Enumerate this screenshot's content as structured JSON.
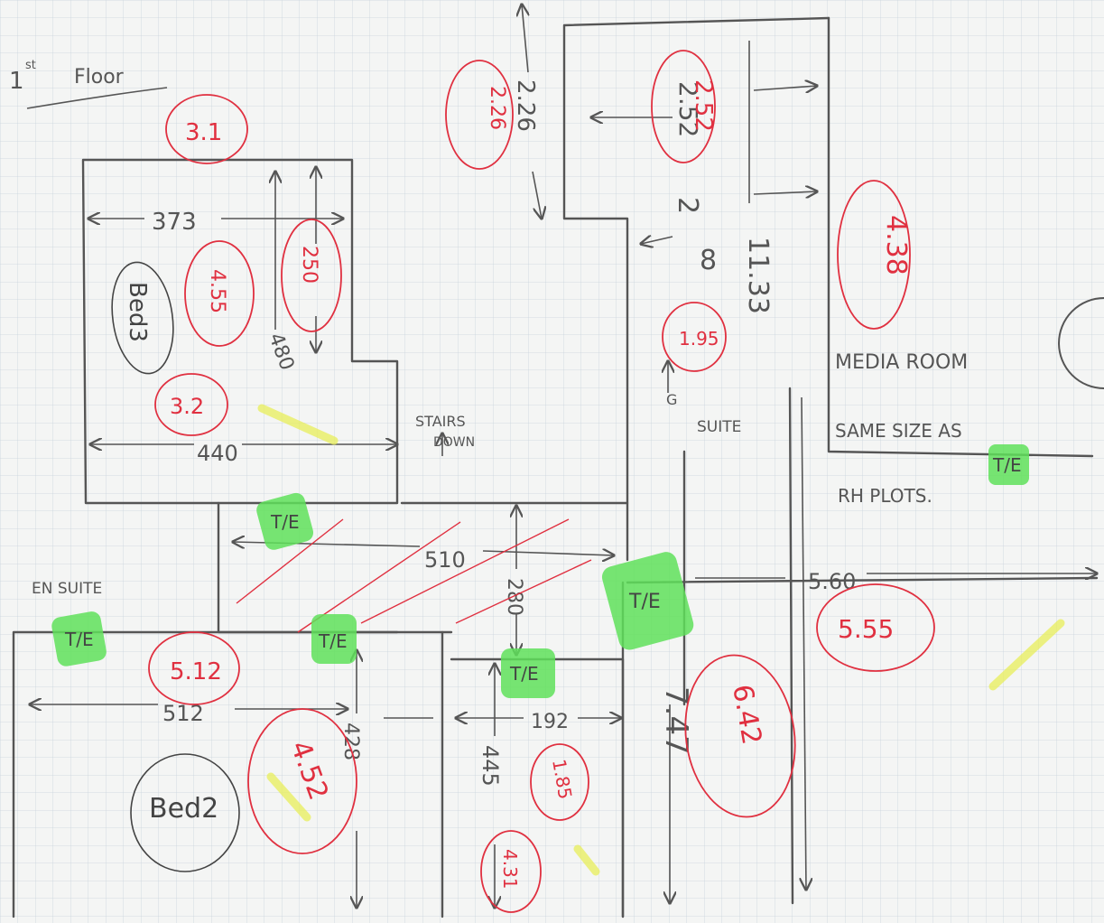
{
  "sheet": {
    "title": "1st Floor",
    "title_ordinal": "1",
    "title_superscript": "st",
    "title_word": "Floor"
  },
  "rooms": {
    "bed3": {
      "label": "Bed3",
      "dim_width_top": "373",
      "dim_width_bottom": "440",
      "dim_height": "480",
      "dim_inner": "250",
      "area_top": "3.1",
      "area_main": "4.55",
      "area_lower": "3.2",
      "area_right": "250"
    },
    "stairs": {
      "label_line1": "STAIRS",
      "label_line2": "DOWN"
    },
    "landing": {
      "dim_width": "510",
      "dim_height": "280"
    },
    "ensuite": {
      "label": "EN SUITE"
    },
    "bed2": {
      "label": "Bed2",
      "dim_width": "512",
      "dim_height": "428",
      "area_top": "5.12",
      "area_main": "4.52"
    },
    "bath": {
      "dim_width": "192",
      "dim_height": "445",
      "area_top": "1.85",
      "area_bottom": "4.31"
    },
    "storage": {
      "dim_height": "2.26",
      "area": "2.26"
    },
    "upper_room": {
      "dim_height": "2.52",
      "area": "2.52"
    },
    "corridor": {
      "dim_width": "2",
      "dim_length": "11.33",
      "dim_small": "8",
      "area": "1.95"
    },
    "gf_suite": {
      "label_line1": "G",
      "label_line2": "SUITE",
      "dim_width": "5.60",
      "area": "5.55"
    },
    "media_room": {
      "label": "MEDIA ROOM",
      "note_line1": "SAME SIZE AS",
      "note_line2": "RH PLOTS.",
      "area": "4.38"
    },
    "big_room": {
      "dim_height": "7.47",
      "area": "6.42"
    }
  },
  "markers": {
    "label": "T/E",
    "color": "#5fe05a"
  },
  "colors": {
    "paper": "#f4f5f4",
    "grid": "#c9d4dd",
    "pencil": "#555555",
    "red_pen": "#e03040",
    "highlight": "#e9ef5a"
  }
}
